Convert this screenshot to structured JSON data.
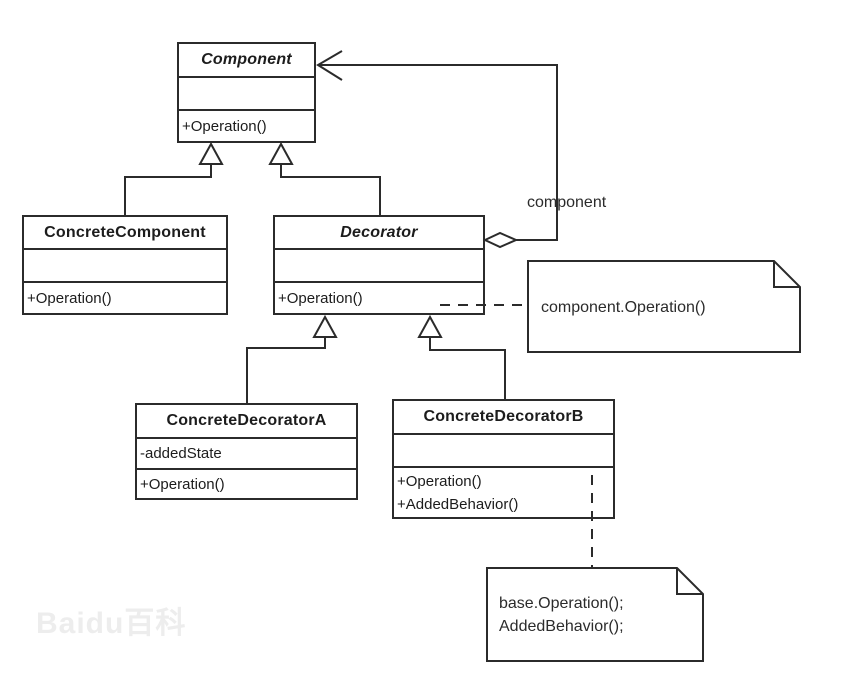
{
  "diagram": {
    "title_hint": "Decorator pattern UML class diagram",
    "classes": {
      "component": {
        "name": "Component",
        "abstract": true,
        "attributes": [],
        "methods": [
          "+Operation()"
        ]
      },
      "concrete_component": {
        "name": "ConcreteComponent",
        "abstract": false,
        "attributes": [],
        "methods": [
          "+Operation()"
        ]
      },
      "decorator": {
        "name": "Decorator",
        "abstract": true,
        "attributes": [],
        "methods": [
          "+Operation()"
        ]
      },
      "concrete_decorator_a": {
        "name": "ConcreteDecoratorA",
        "abstract": false,
        "attributes": [
          "-addedState"
        ],
        "methods": [
          "+Operation()"
        ]
      },
      "concrete_decorator_b": {
        "name": "ConcreteDecoratorB",
        "abstract": false,
        "attributes": [],
        "methods": [
          "+Operation()",
          "+AddedBehavior()"
        ]
      }
    },
    "labels": {
      "aggregation_role": "component"
    },
    "notes": {
      "decorator_operation": {
        "line1": "component.Operation()"
      },
      "decorator_b_operation": {
        "line1": "base.Operation();",
        "line2": "AddedBehavior();"
      }
    },
    "watermark": {
      "text": "Baidu百科"
    },
    "colors": {
      "line": "#2b2b2b",
      "text": "#1c1c1c",
      "background": "#ffffff",
      "watermark": "#ededed"
    }
  }
}
